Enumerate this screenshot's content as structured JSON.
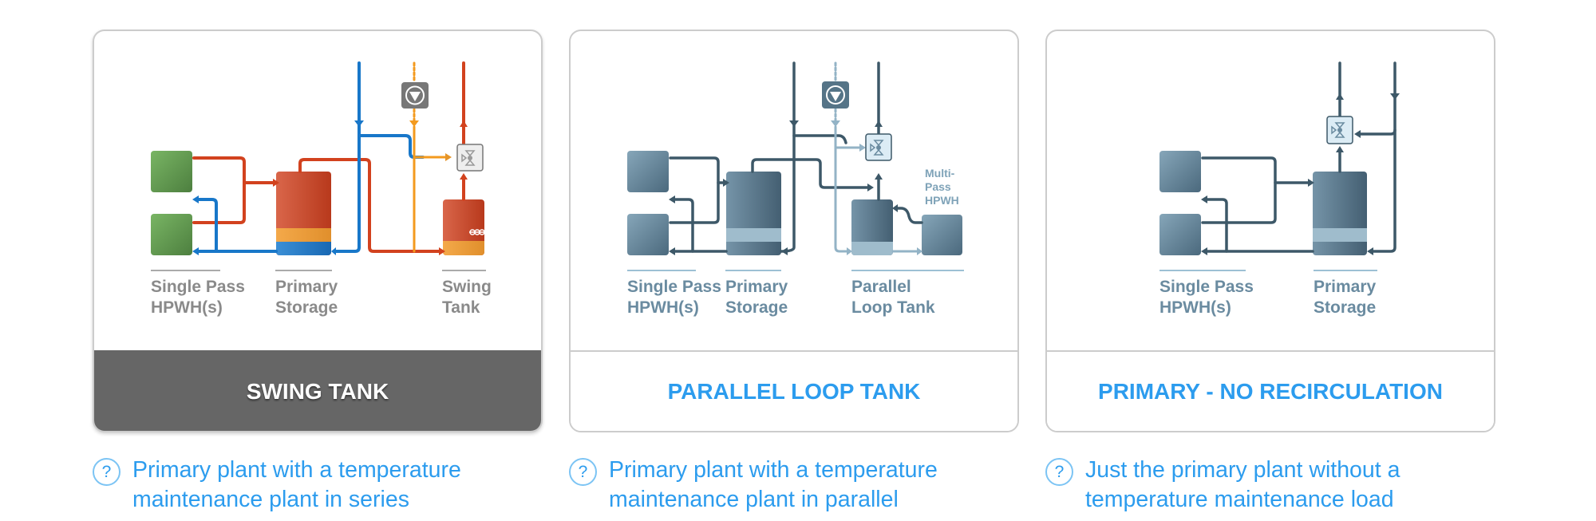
{
  "options": [
    {
      "id": "swing-tank",
      "title": "SWING TANK",
      "selected": true,
      "description_lines": [
        "Primary plant with a temperature",
        "maintenance plant in series"
      ],
      "labels": {
        "hpwh": [
          "Single Pass",
          "HPWH(s)"
        ],
        "primary": [
          "Primary",
          "Storage"
        ],
        "swing": [
          "Swing",
          "Tank"
        ]
      }
    },
    {
      "id": "parallel-loop-tank",
      "title": "PARALLEL LOOP TANK",
      "selected": false,
      "description_lines": [
        "Primary plant with a temperature",
        "maintenance plant in parallel"
      ],
      "labels": {
        "hpwh": [
          "Single Pass",
          "HPWH(s)"
        ],
        "primary": [
          "Primary",
          "Storage"
        ],
        "loop": [
          "Parallel",
          "Loop Tank"
        ],
        "multipass": [
          "Multi-",
          "Pass",
          "HPWH"
        ]
      }
    },
    {
      "id": "primary-no-recirculation",
      "title": "PRIMARY - NO RECIRCULATION",
      "selected": false,
      "description_lines": [
        "Just the primary plant without a",
        "temperature maintenance load"
      ],
      "labels": {
        "hpwh": [
          "Single Pass",
          "HPWH(s)"
        ],
        "primary": [
          "Primary",
          "Storage"
        ]
      }
    }
  ],
  "help_icon_glyph": "?",
  "colors": {
    "accent_blue": "#2c9cee",
    "selected_footer": "#666666",
    "hot": "#d2421e",
    "cold": "#1877c9",
    "recirc": "#f39a1e",
    "hpwh_green": "#5f9a4e",
    "slate": "#4e6c80",
    "slate_light": "#9fbccc"
  }
}
